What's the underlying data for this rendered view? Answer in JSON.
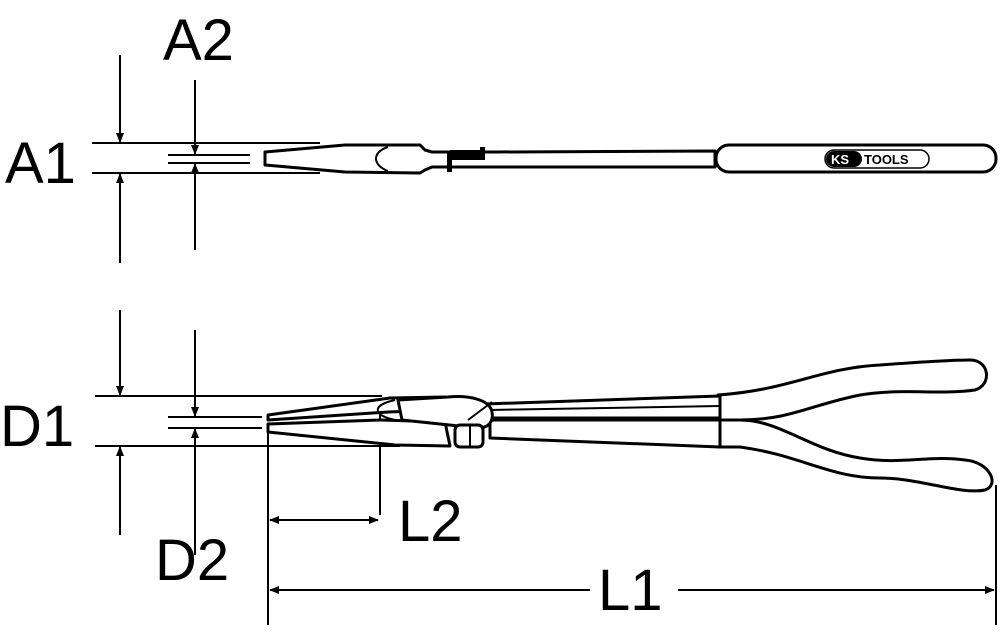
{
  "labels": {
    "a1": "A1",
    "a2": "A2",
    "d1": "D1",
    "d2": "D2",
    "l1": "L1",
    "l2": "L2"
  },
  "logo": {
    "brand_left": "KS",
    "brand_right": "TOOLS"
  },
  "colors": {
    "line": "#000000",
    "background": "#ffffff"
  }
}
